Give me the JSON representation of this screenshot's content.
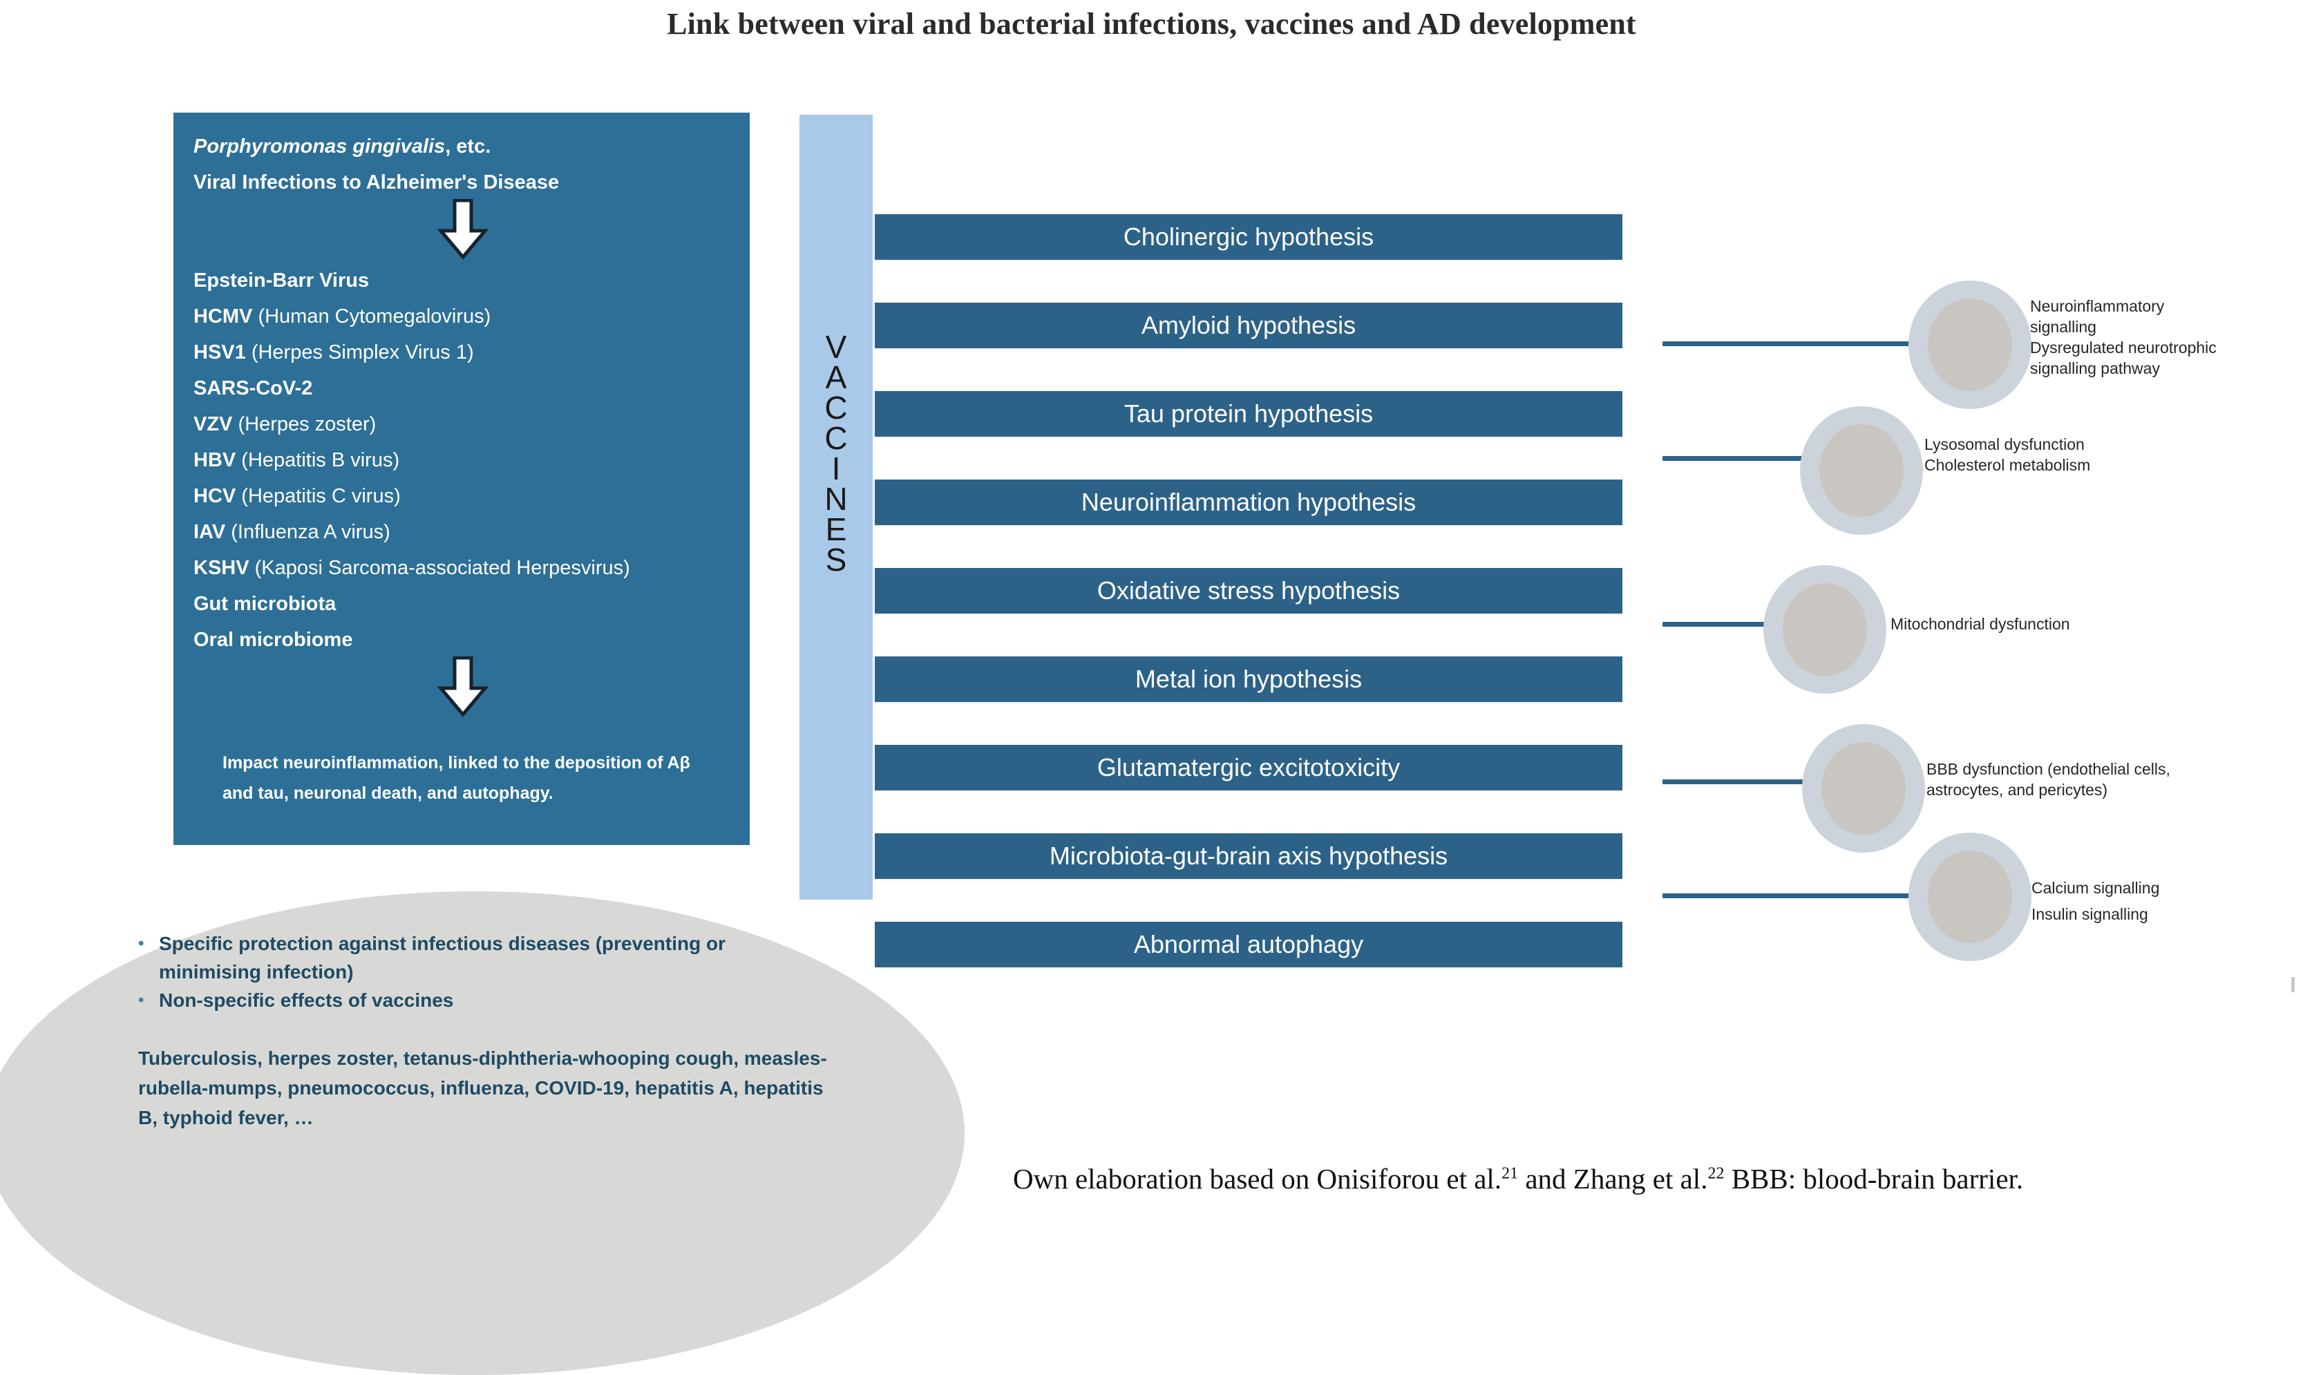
{
  "title": "Link between viral and bacterial infections, vaccines and AD development",
  "colors": {
    "left_box_blue": "#2d6f96",
    "bar_blue": "#2d6288",
    "vaccines_light_blue": "#a9c9e8",
    "ellipse_gray": "#d8d9d7",
    "circle_outer": "#ccd3da",
    "circle_inner": "#c9c6c2",
    "ellipse_text": "#1e4a63"
  },
  "left_box": {
    "heading_line1": "Porphyromonas gingivalis, etc.",
    "heading_line1_italic_part": "Porphyromonas gingivalis",
    "heading_line1_plain_part": ", etc.",
    "heading_line2": "Viral Infections to Alzheimer's Disease",
    "arrow_top_icon": "down-arrow-icon",
    "arrow_bottom_icon": "down-arrow-icon",
    "pathogens": [
      {
        "abbr": "Epstein-Barr Virus",
        "expansion": ""
      },
      {
        "abbr": "HCMV ",
        "expansion": "(Human Cytomegalovirus)"
      },
      {
        "abbr": "HSV1 ",
        "expansion": "(Herpes Simplex Virus 1)"
      },
      {
        "abbr": "SARS-CoV-2",
        "expansion": ""
      },
      {
        "abbr": "VZV ",
        "expansion": "(Herpes zoster)"
      },
      {
        "abbr": "HBV ",
        "expansion": "(Hepatitis B virus)"
      },
      {
        "abbr": "HCV ",
        "expansion": "(Hepatitis C virus)"
      },
      {
        "abbr": "IAV ",
        "expansion": "(Influenza A virus)"
      },
      {
        "abbr": "KSHV ",
        "expansion": "(Kaposi Sarcoma-associated Herpesvirus)"
      },
      {
        "abbr": "Gut microbiota",
        "expansion": ""
      },
      {
        "abbr": "Oral microbiome",
        "expansion": ""
      }
    ],
    "footer": "Impact neuroinflammation, linked to the deposition of Aβ and tau, neuronal death, and autophagy."
  },
  "vaccines_column": {
    "label": "VACCINES",
    "letters": [
      "V",
      "A",
      "C",
      "C",
      "I",
      "N",
      "E",
      "S"
    ]
  },
  "hypotheses": [
    "Cholinergic hypothesis",
    "Amyloid hypothesis",
    "Tau protein hypothesis",
    "Neuroinflammation hypothesis",
    "Oxidative stress hypothesis",
    "Metal ion hypothesis",
    "Glutamatergic excitotoxicity",
    "Microbiota-gut-brain axis hypothesis",
    "Abnormal autophagy"
  ],
  "annotations": [
    {
      "lines": [
        "Neuroinflammatory",
        "signalling",
        "Dysregulated neurotrophic",
        "signalling pathway"
      ]
    },
    {
      "lines": [
        "Lysosomal dysfunction",
        "Cholesterol metabolism"
      ]
    },
    {
      "lines": [
        "Mitochondrial dysfunction"
      ]
    },
    {
      "lines": [
        "BBB dysfunction (endothelial cells,",
        "astrocytes, and pericytes)"
      ]
    },
    {
      "lines": [
        "Calcium signalling",
        "Insulin signalling"
      ]
    }
  ],
  "ellipse": {
    "bullets": [
      "Specific protection against infectious diseases (preventing or minimising infection)",
      "Non-specific effects of vaccines"
    ],
    "bullet_glyph": "•",
    "paragraph": "Tuberculosis, herpes zoster, tetanus-diphtheria-whooping cough, measles-rubella-mumps, pneumococcus, influenza, COVID-19, hepatitis A, hepatitis B, typhoid fever, …"
  },
  "caption": {
    "part1": "Own elaboration based on Onisiforou et al.",
    "sup1": "21",
    "part2": " and Zhang et al.",
    "sup2": "22",
    "part3": " BBB: blood-brain barrier."
  }
}
